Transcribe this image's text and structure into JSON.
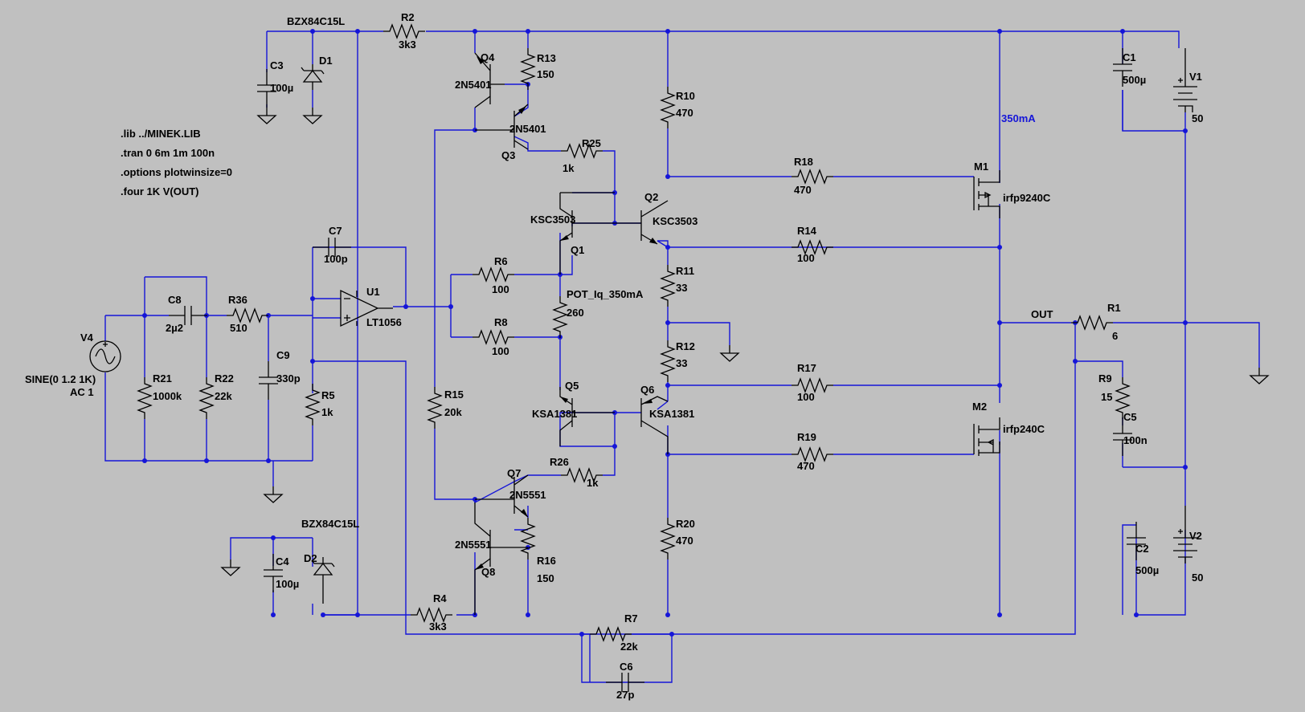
{
  "labels": {
    "D1_model": "BZX84C15L",
    "D1": "D1",
    "D2_model": "BZX84C15L",
    "D2": "D2",
    "R2": "R2",
    "R2v": "3k3",
    "C3": "C3",
    "C3v": "100µ",
    "Q4": "Q4",
    "Q4m": "2N5401",
    "R13": "R13",
    "R13v": "150",
    "Q3": "Q3",
    "Q3m": "2N5401",
    "R25": "R25",
    "R25v": "1k",
    "R10": "R10",
    "R10v": "470",
    "I_bias": "350mA",
    "C1": "C1",
    "C1v": "500µ",
    "V1": "V1",
    "V1v": "50",
    "R18": "R18",
    "R18v": "470",
    "M1": "M1",
    "M1m": "irfp9240C",
    "Q2": "Q2",
    "Q2m": "KSC3503",
    "Q1": "Q1",
    "Q1m": "KSC3503",
    "R14": "R14",
    "R14v": "100",
    "C7": "C7",
    "C7v": "100p",
    "R6": "R6",
    "R6v": "100",
    "R11": "R11",
    "R11v": "33",
    "POT": "POT_Iq_350mA",
    "POTv": "260",
    "U1": "U1",
    "U1m": "LT1056",
    "C8": "C8",
    "C8v": "2µ2",
    "R36": "R36",
    "R36v": "510",
    "R8": "R8",
    "R8v": "100",
    "OUT": "OUT",
    "R1": "R1",
    "R1v": "6",
    "V4": "V4",
    "V4src": "SINE(0 1.2 1K)",
    "V4ac": "AC 1",
    "R12": "R12",
    "R12v": "33",
    "C9": "C9",
    "C9v": "330p",
    "R9": "R9",
    "R9v": "15",
    "R21": "R21",
    "R21v": "1000k",
    "R22": "R22",
    "R22v": "22k",
    "R17": "R17",
    "R17v": "100",
    "R5": "R5",
    "R5v": "1k",
    "R15": "R15",
    "R15v": "20k",
    "Q5": "Q5",
    "Q5m": "KSA1381",
    "Q6": "Q6",
    "Q6m": "KSA1381",
    "C5": "C5",
    "C5v": "100n",
    "M2": "M2",
    "M2m": "irfp240C",
    "R19": "R19",
    "R19v": "470",
    "Q7": "Q7",
    "Q7m": "2N5551",
    "R26": "R26",
    "R26v": "1k",
    "R20": "R20",
    "R20v": "470",
    "Q8": "Q8",
    "Q8m": "2N5551",
    "R16": "R16",
    "R16v": "150",
    "C4": "C4",
    "C4v": "100µ",
    "C2": "C2",
    "C2v": "500µ",
    "V2": "V2",
    "V2v": "50",
    "R4": "R4",
    "R4v": "3k3",
    "R7": "R7",
    "R7v": "22k",
    "C6": "C6",
    "C6v": "27p"
  },
  "directives": [
    ".lib ../MINEK.LIB",
    ".tran 0 6m 1m 100n",
    ".options plotwinsize=0",
    ".four 1K V(OUT)"
  ],
  "colors": {
    "background": "#c0c0c0",
    "wire": "#1515d8",
    "component": "#000000",
    "annotation": "#1515d8"
  }
}
